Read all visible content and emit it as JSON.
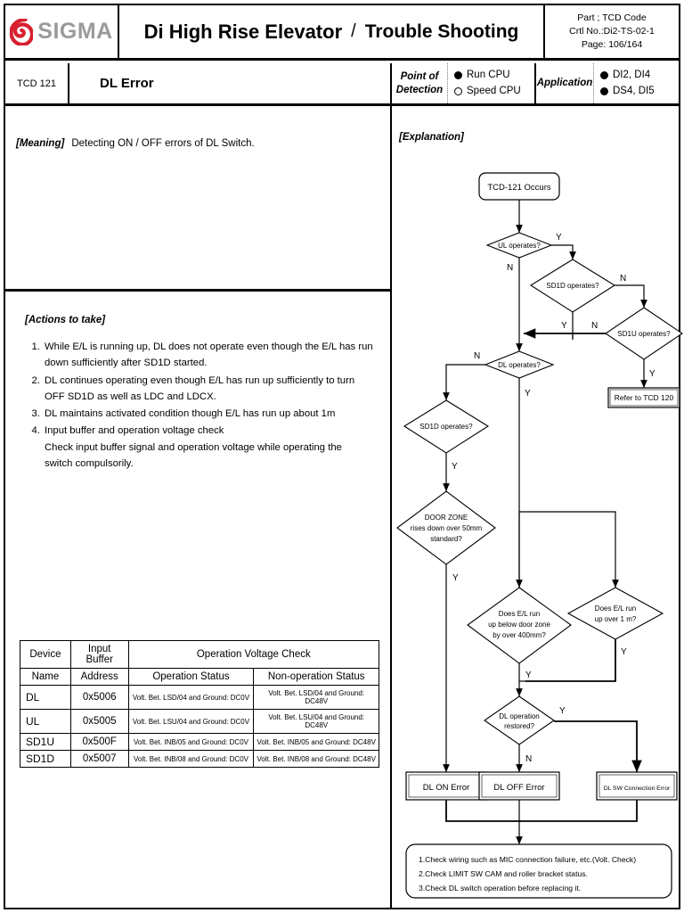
{
  "header": {
    "logo_text": "SIGMA",
    "logo_icon": "sigma-leaf-mark",
    "title_main": "Di High Rise Elevator",
    "title_separator": "/",
    "title_sub": "Trouble Shooting",
    "meta_line1": "Part ; TCD Code",
    "meta_line2": "Crtl No.:Di2-TS-02-1",
    "meta_line3": "Page: 106/164"
  },
  "code_row": {
    "code": "TCD 121",
    "name": "DL Error",
    "point_of_detection_label_1": "Point of",
    "point_of_detection_label_2": "Detection",
    "detection_options": [
      {
        "label": "Run CPU",
        "selected": true
      },
      {
        "label": "Speed CPU",
        "selected": false
      }
    ],
    "application_label": "Application",
    "application_options": [
      {
        "label": "DI2, DI4",
        "selected": true
      },
      {
        "label": "DS4, DI5",
        "selected": true
      }
    ]
  },
  "meaning": {
    "tag": "[Meaning]",
    "text": "Detecting ON / OFF errors of DL Switch."
  },
  "actions": {
    "tag": "[Actions to take]",
    "items": [
      {
        "line1": "While E/L is running up, DL does not operate even though the E/L has run",
        "line2": "down sufficiently after SD1D started."
      },
      {
        "line1": "DL continues operating even though E/L has run up sufficiently to turn",
        "line2": "OFF SD1D as well as LDC and LDCX."
      },
      {
        "line1": "DL maintains activated condition though E/L has run up about 1m",
        "line2": ""
      },
      {
        "line1": "Input buffer and operation voltage check",
        "line2": "Check input buffer signal and operation voltage while operating the",
        "line3": "switch compulsorily."
      }
    ]
  },
  "device_table": {
    "header_group": "Operation Voltage Check",
    "col_device_1": "Device",
    "col_device_2": "Name",
    "col_buffer_1": "Input Buffer",
    "col_buffer_2": "Address",
    "col_operation": "Operation Status",
    "col_nonoperation": "Non-operation Status",
    "rows": [
      {
        "name": "DL",
        "address": "0x5006",
        "operation": "Volt. Bet. LSD/04 and Ground:  DC0V",
        "nonoperation": "Volt. Bet. LSD/04 and Ground:  DC48V"
      },
      {
        "name": "UL",
        "address": "0x5005",
        "operation": "Volt. Bet. LSU/04 and Ground:  DC0V",
        "nonoperation": "Volt. Bet. LSU/04 and Ground:  DC48V"
      },
      {
        "name": "SD1U",
        "address": "0x500F",
        "operation": "Volt. Bet. INB/05 and Ground:  DC0V",
        "nonoperation": "Volt. Bet. INB/05 and Ground:  DC48V"
      },
      {
        "name": "SD1D",
        "address": "0x5007",
        "operation": "Volt. Bet. INB/08 and Ground:  DC0V",
        "nonoperation": "Volt. Bet. INB/08 and Ground:  DC48V"
      }
    ]
  },
  "explanation": {
    "tag": "[Explanation]",
    "nodes": {
      "start": "TCD-121 Occurs",
      "ul_operates": "UL operates?",
      "sd1d_operates_top": "SD1D operates?",
      "sd1u_operates": "SD1U operates?",
      "refer_tcd120": "Refer to TCD 120",
      "dl_operates": "DL operates?",
      "sd1d_operates_left": "SD1D operates?",
      "door_zone_l1": "DOOR ZONE",
      "door_zone_l2": "rises down over  50mm",
      "door_zone_l3": "standard?",
      "el_below_l1": "Does E/L run",
      "el_below_l2": "up below door zone",
      "el_below_l3": "by over 400mm?",
      "el_over1m_l1": "Does E/L run",
      "el_over1m_l2": "up over 1 m?",
      "dl_restored_l1": "DL operation",
      "dl_restored_l2": "restored?",
      "dl_on_error": "DL ON Error",
      "dl_off_error": "DL OFF Error",
      "dl_sw_conn_error": "DL SW Connection Error"
    },
    "branch_labels": {
      "ul_yes": "Y",
      "ul_no": "N",
      "sd1d_top_yes": "Y",
      "sd1d_top_no": "N",
      "sd1u_yes": "Y",
      "sd1u_no": "N",
      "dl_no": "N",
      "dl_yes": "Y",
      "sd1d_left_yes": "Y",
      "door_zone_yes": "Y",
      "el_below_yes": "Y",
      "el_over1m_yes": "Y",
      "restored_yes": "Y",
      "restored_no": "N"
    },
    "notes": [
      "1.Check wiring such as MIC connection failure, etc.(Volt. Check)",
      "2.Check LIMIT SW CAM and roller bracket status.",
      "3.Check DL switch operation before replacing it."
    ]
  }
}
